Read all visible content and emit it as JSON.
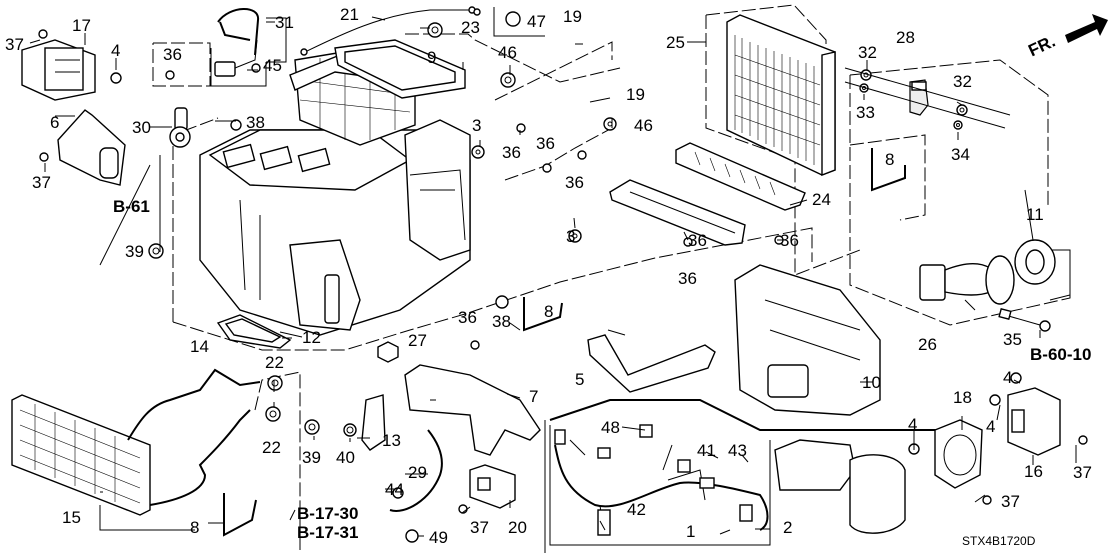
{
  "diagram": {
    "title": "Heater unit parts diagram",
    "code": "STX4B1720D",
    "direction": "FR.",
    "references": {
      "b61": "B-61",
      "b6010": "B-60-10",
      "b1730": "B-17-30",
      "b1731": "B-17-31"
    },
    "labels": {
      "p1": "1",
      "p2": "2",
      "p3a": "3",
      "p3b": "3",
      "p4a": "4",
      "p4b": "4",
      "p4c": "4",
      "p4d": "4",
      "p5": "5",
      "p6": "6",
      "p7": "7",
      "p8a": "8",
      "p8b": "8",
      "p8c": "8",
      "p9": "9",
      "p10": "10",
      "p11": "11",
      "p12": "12",
      "p13": "13",
      "p14": "14",
      "p15": "15",
      "p16": "16",
      "p17": "17",
      "p18": "18",
      "p19a": "19",
      "p19b": "19",
      "p20": "20",
      "p21": "21",
      "p22a": "22",
      "p22b": "22",
      "p23": "23",
      "p24": "24",
      "p25": "25",
      "p26": "26",
      "p27": "27",
      "p28": "28",
      "p29": "29",
      "p30": "30",
      "p31": "31",
      "p32a": "32",
      "p32b": "32",
      "p33": "33",
      "p34": "34",
      "p35": "35",
      "p36a": "36",
      "p36b": "36",
      "p36c": "36",
      "p36d": "36",
      "p36e": "36",
      "p36f": "36",
      "p36g": "36",
      "p36h": "36",
      "p37a": "37",
      "p37b": "37",
      "p37c": "37",
      "p37d": "37",
      "p37e": "37",
      "p38a": "38",
      "p38b": "38",
      "p39a": "39",
      "p39b": "39",
      "p40": "40",
      "p41": "41",
      "p42": "42",
      "p43": "43",
      "p44": "44",
      "p45": "45",
      "p46a": "46",
      "p46b": "46",
      "p47": "47",
      "p48": "48",
      "p49": "49"
    }
  }
}
